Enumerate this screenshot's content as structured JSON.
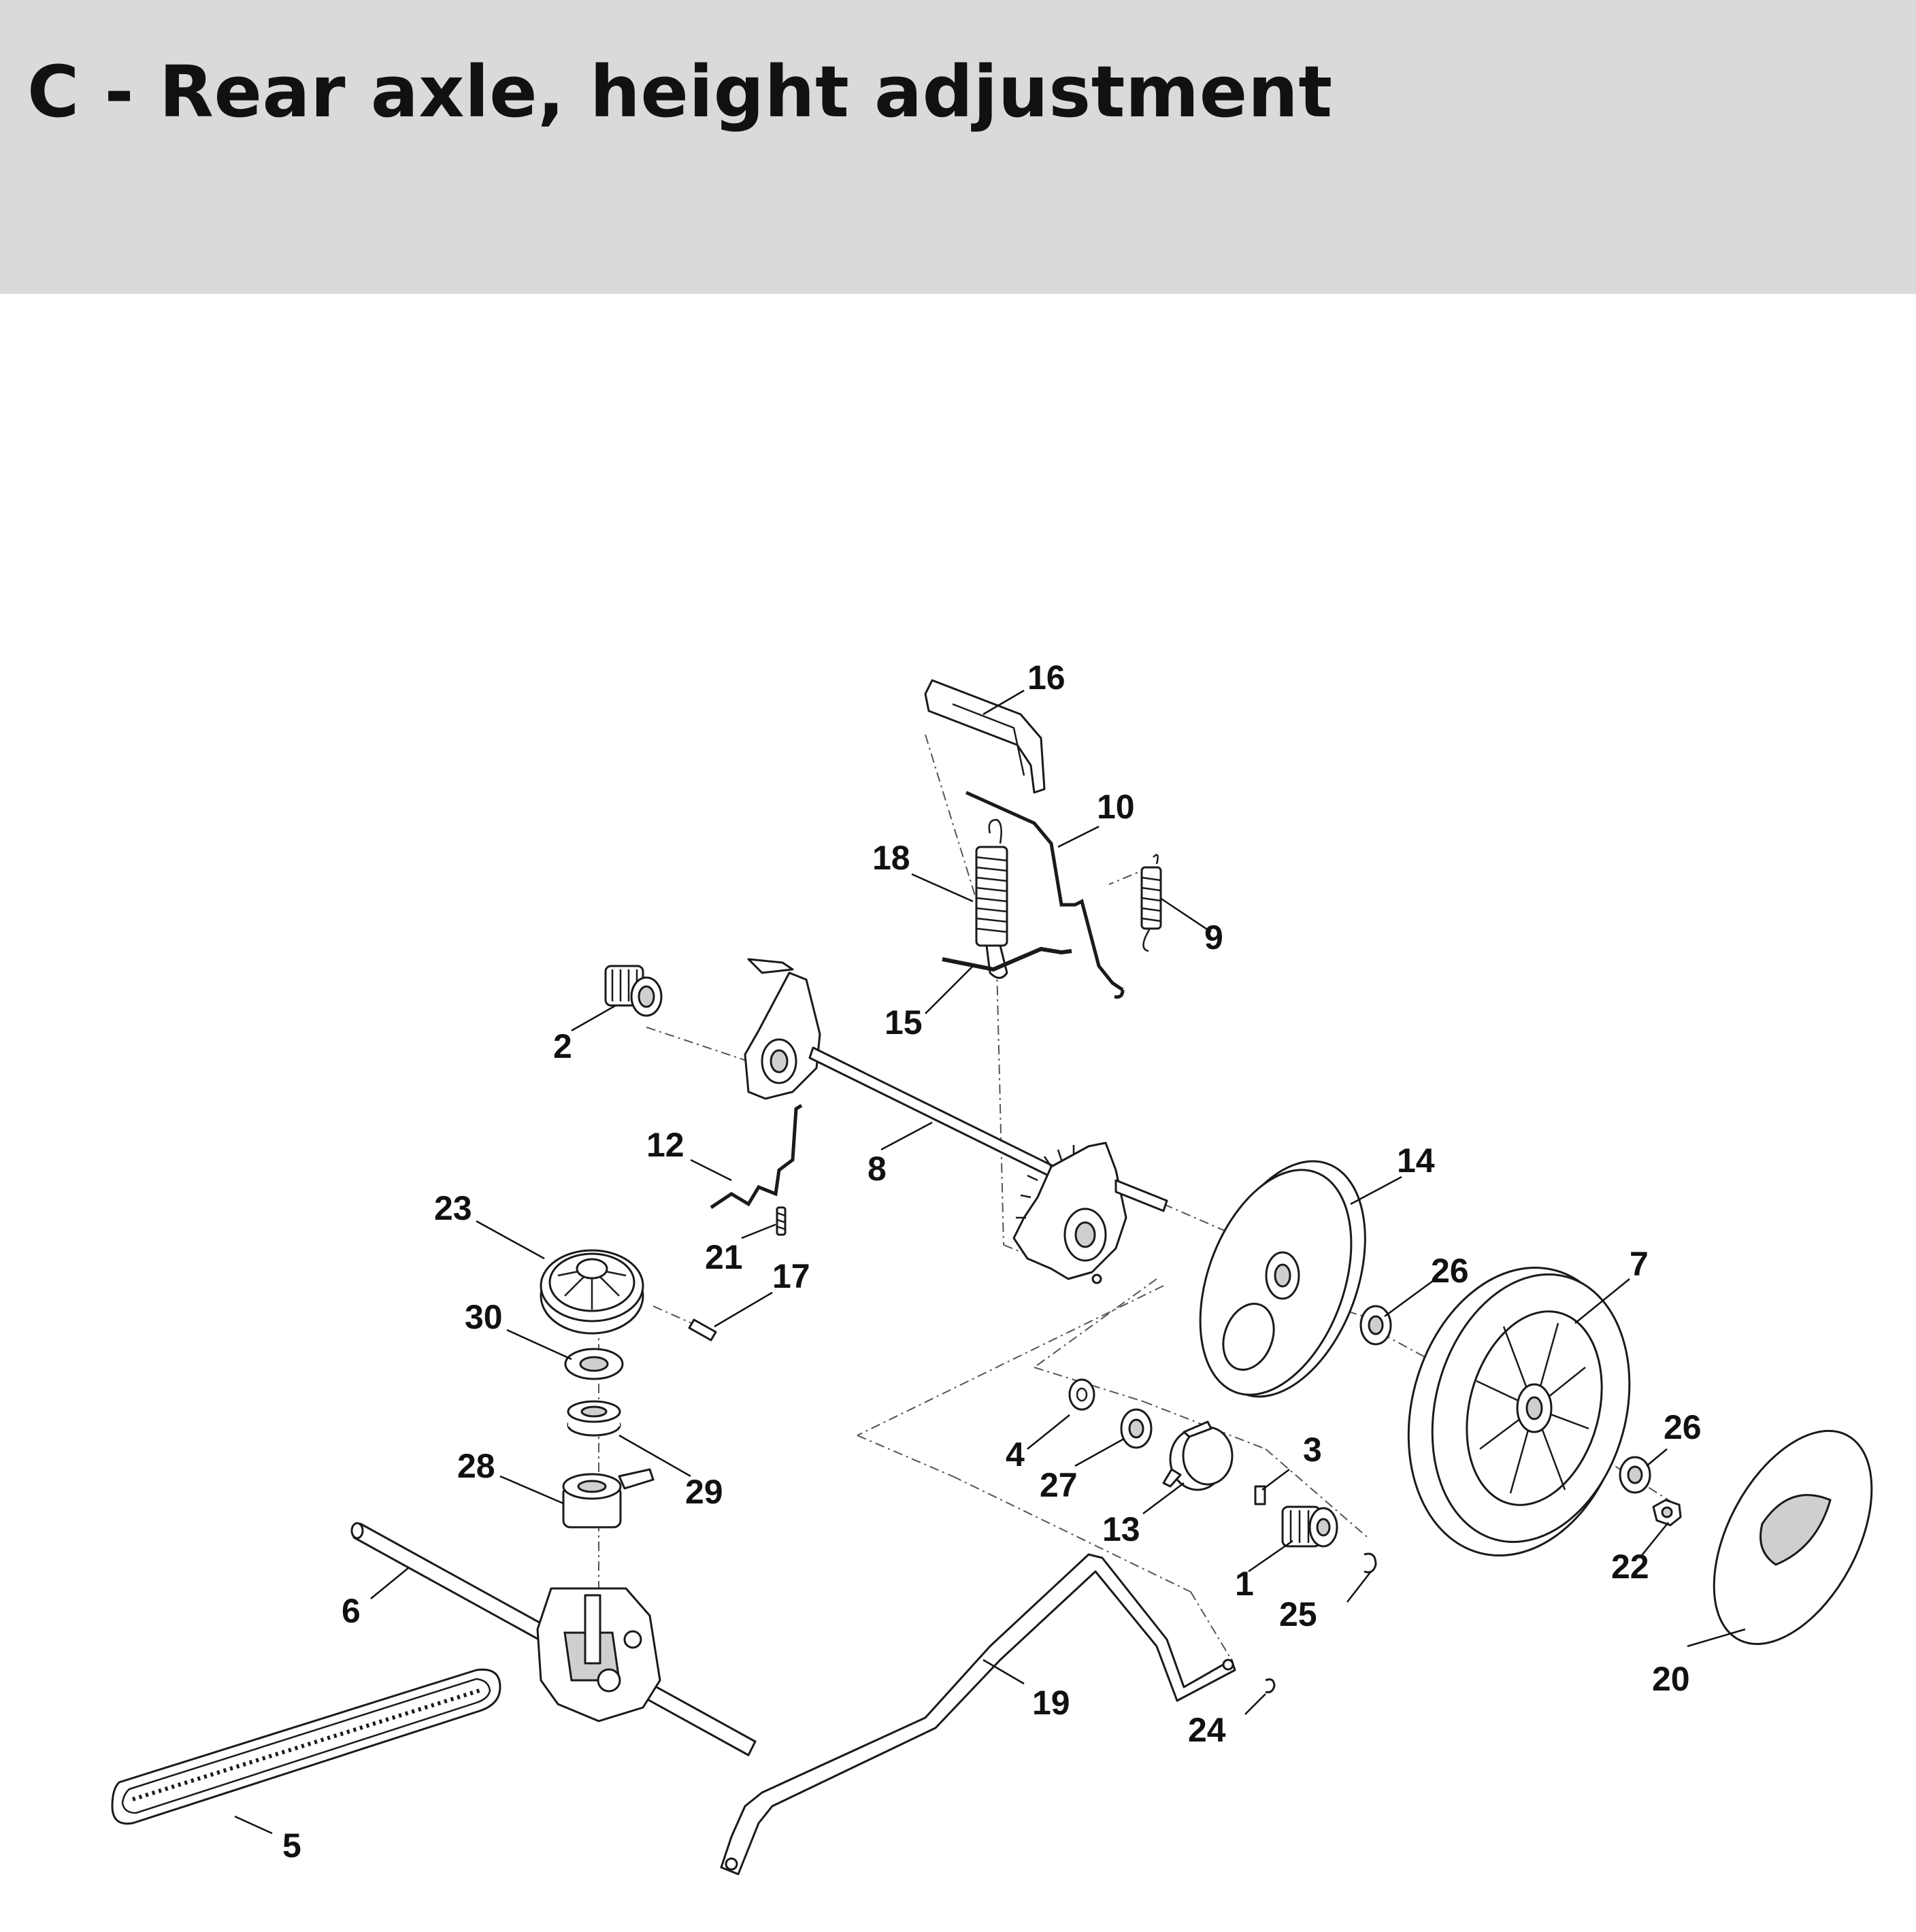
{
  "header": {
    "title": "C - Rear axle, height adjustment",
    "background": "#d9dbda"
  },
  "diagram": {
    "callouts": [
      {
        "id": "16",
        "label": "16"
      },
      {
        "id": "10",
        "label": "10"
      },
      {
        "id": "18",
        "label": "18"
      },
      {
        "id": "9",
        "label": "9"
      },
      {
        "id": "15",
        "label": "15"
      },
      {
        "id": "2",
        "label": "2"
      },
      {
        "id": "12",
        "label": "12"
      },
      {
        "id": "8",
        "label": "8"
      },
      {
        "id": "14",
        "label": "14"
      },
      {
        "id": "23",
        "label": "23"
      },
      {
        "id": "21",
        "label": "21"
      },
      {
        "id": "17",
        "label": "17"
      },
      {
        "id": "26a",
        "label": "26"
      },
      {
        "id": "7",
        "label": "7"
      },
      {
        "id": "30",
        "label": "30"
      },
      {
        "id": "4",
        "label": "4"
      },
      {
        "id": "26b",
        "label": "26"
      },
      {
        "id": "3",
        "label": "3"
      },
      {
        "id": "28",
        "label": "28"
      },
      {
        "id": "29",
        "label": "29"
      },
      {
        "id": "27",
        "label": "27"
      },
      {
        "id": "13",
        "label": "13"
      },
      {
        "id": "22",
        "label": "22"
      },
      {
        "id": "1",
        "label": "1"
      },
      {
        "id": "6",
        "label": "6"
      },
      {
        "id": "25",
        "label": "25"
      },
      {
        "id": "20",
        "label": "20"
      },
      {
        "id": "19",
        "label": "19"
      },
      {
        "id": "24",
        "label": "24"
      },
      {
        "id": "5",
        "label": "5"
      }
    ]
  }
}
